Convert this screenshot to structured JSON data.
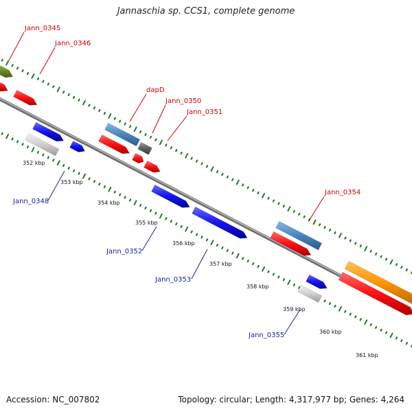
{
  "title": "Jannaschia sp. CCS1, complete genome",
  "footer": {
    "accession": "Accession: NC_007802",
    "topology": "Topology: circular; Length: 4,317,977 bp; Genes: 4,264"
  },
  "colors": {
    "backbone": "#8c8c8c",
    "tick": "#1f7a1f",
    "label_red": "#cc0000",
    "label_blue": "#1a1aaa",
    "gene_red": "#ff1010",
    "gene_blue": "#1414f0",
    "gene_steelblue": "#4a84c0",
    "gene_olive": "#6b8e23",
    "gene_orange": "#ff9500",
    "gene_gray": "#cfcfcf",
    "gene_darkgray": "#606060"
  },
  "scale_ticks": [
    "352 kbp",
    "353 kbp",
    "354 kbp",
    "355 kbp",
    "356 kbp",
    "357 kbp",
    "358 kbp",
    "359 kbp",
    "360 kbp",
    "361 kbp"
  ],
  "genes_forward": [
    "Jann_0345",
    "Jann_0346",
    "dapD",
    "Jann_0350",
    "Jann_0351",
    "Jann_0354"
  ],
  "genes_reverse": [
    "Jann_0348",
    "Jann_0352",
    "Jann_0353",
    "Jann_0355"
  ]
}
